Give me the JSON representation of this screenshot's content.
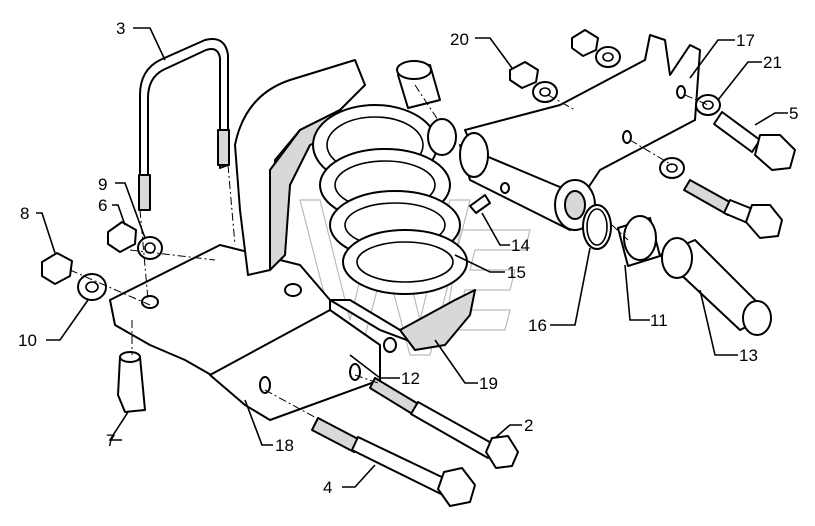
{
  "diagram": {
    "type": "exploded parts diagram",
    "part_labels": [
      "3",
      "20",
      "17",
      "21",
      "5",
      "9",
      "6",
      "8",
      "14",
      "15",
      "10",
      "16",
      "11",
      "13",
      "12",
      "19",
      "2",
      "18",
      "7",
      "4"
    ]
  }
}
